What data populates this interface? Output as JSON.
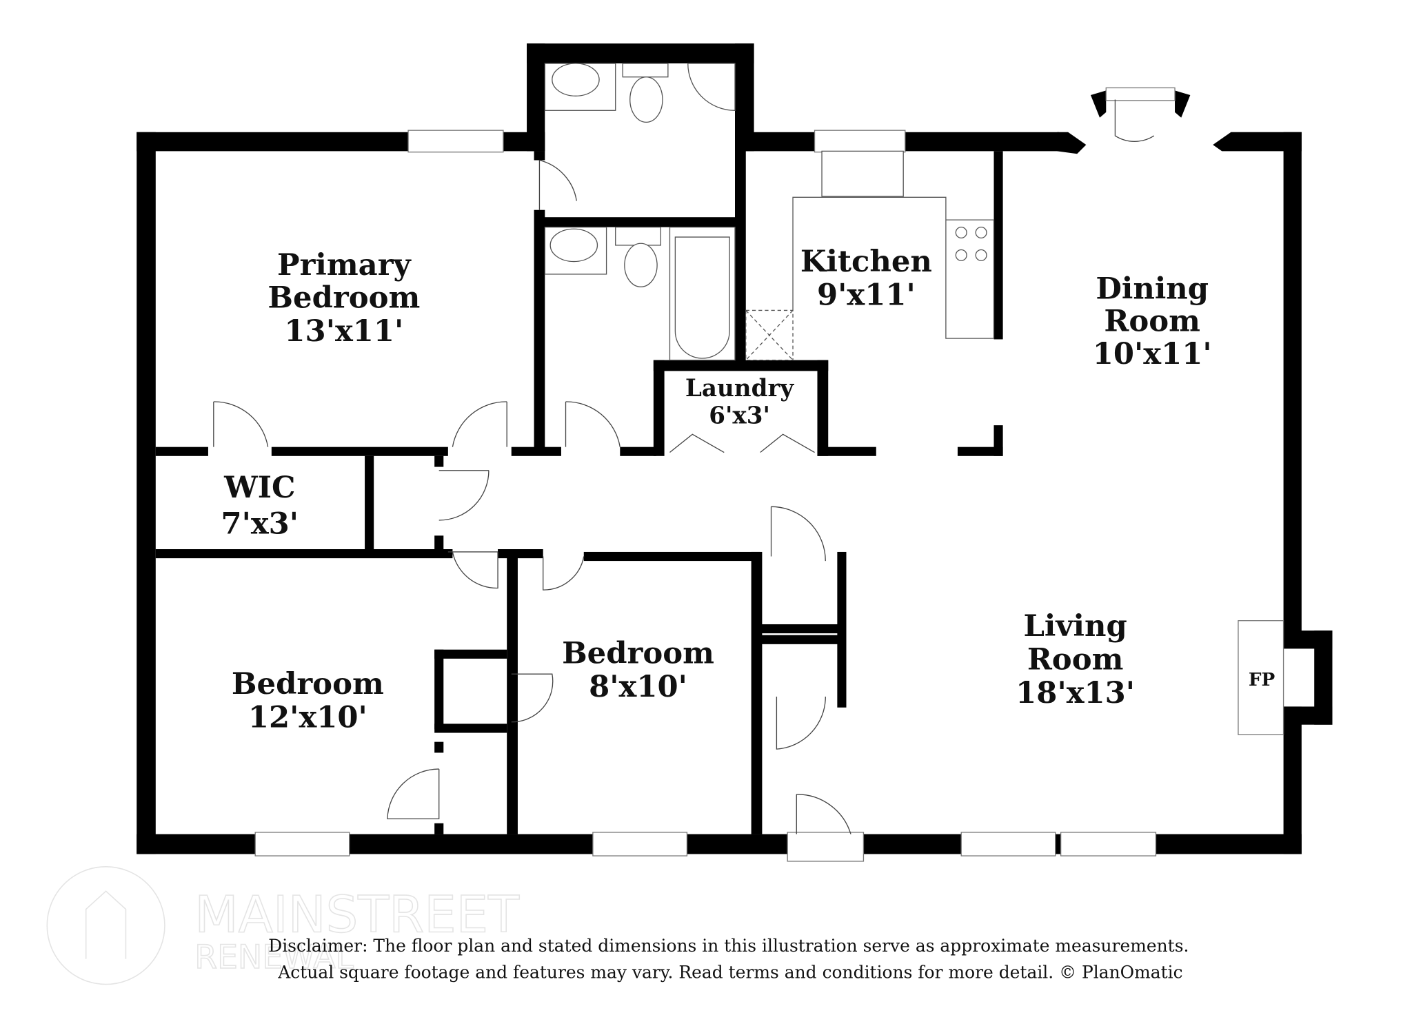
{
  "rooms": {
    "primary_bedroom": {
      "name_line1": "Primary",
      "name_line2": "Bedroom",
      "size": "13'x11'"
    },
    "kitchen": {
      "name": "Kitchen",
      "size": "9'x11'"
    },
    "dining_room": {
      "name_line1": "Dining",
      "name_line2": "Room",
      "size": "10'x11'"
    },
    "laundry": {
      "name": "Laundry",
      "size": "6'x3'"
    },
    "wic": {
      "name": "WIC",
      "size": "7'x3'"
    },
    "bedroom_1": {
      "name": "Bedroom",
      "size": "12'x10'"
    },
    "bedroom_2": {
      "name": "Bedroom",
      "size": "8'x10'"
    },
    "living_room": {
      "name_line1": "Living",
      "name_line2": "Room",
      "size": "18'x13'"
    },
    "fireplace": {
      "name": "FP"
    }
  },
  "watermark": {
    "line1": "MAINSTREET",
    "line2": "RENEWAL"
  },
  "disclaimer": {
    "line1": "Disclaimer: The floor plan and stated dimensions in this illustration serve as approximate measurements.",
    "line2": "Actual square footage and features may vary. Read terms and conditions for more detail. © PlanOmatic"
  },
  "colors": {
    "wall": "#000000",
    "background": "#ffffff"
  }
}
